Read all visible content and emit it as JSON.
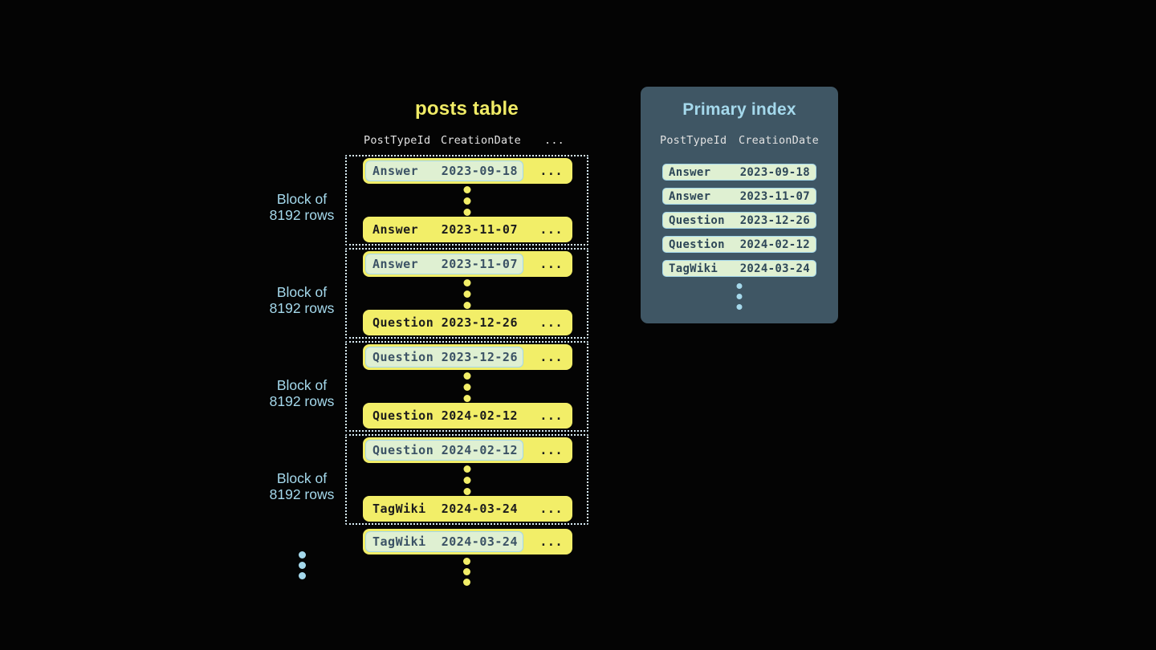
{
  "colors": {
    "background": "#040404",
    "row_yellow": "#f2ee68",
    "highlight_mint": "#dff0d2",
    "highlight_border": "#a4d7ea",
    "accent_blue": "#a5d9ec",
    "panel_bg": "#3f5664",
    "title_yellow": "#f1ec66"
  },
  "posts_table": {
    "title": "posts table",
    "headers": {
      "col1": "PostTypeId",
      "col2": "CreationDate",
      "col3": "..."
    },
    "blocks": [
      {
        "label_line1": "Block of",
        "label_line2": "8192 rows",
        "first_row": {
          "type": "Answer",
          "date": "2023-09-18",
          "more": "..."
        },
        "last_row": {
          "type": "Answer",
          "date": "2023-11-07",
          "more": "..."
        }
      },
      {
        "label_line1": "Block of",
        "label_line2": "8192 rows",
        "first_row": {
          "type": "Answer",
          "date": "2023-11-07",
          "more": "..."
        },
        "last_row": {
          "type": "Question",
          "date": "2023-12-26",
          "more": "..."
        }
      },
      {
        "label_line1": "Block of",
        "label_line2": "8192 rows",
        "first_row": {
          "type": "Question",
          "date": "2023-12-26",
          "more": "..."
        },
        "last_row": {
          "type": "Question",
          "date": "2024-02-12",
          "more": "..."
        }
      },
      {
        "label_line1": "Block of",
        "label_line2": "8192 rows",
        "first_row": {
          "type": "Question",
          "date": "2024-02-12",
          "more": "..."
        },
        "last_row": {
          "type": "TagWiki",
          "date": "2024-03-24",
          "more": "..."
        }
      }
    ],
    "trailing_row": {
      "type": "TagWiki",
      "date": "2024-03-24",
      "more": "..."
    }
  },
  "primary_index": {
    "title": "Primary index",
    "headers": {
      "col1": "PostTypeId",
      "col2": "CreationDate"
    },
    "rows": [
      {
        "type": "Answer",
        "date": "2023-09-18"
      },
      {
        "type": "Answer",
        "date": "2023-11-07"
      },
      {
        "type": "Question",
        "date": "2023-12-26"
      },
      {
        "type": "Question",
        "date": "2024-02-12"
      },
      {
        "type": "TagWiki",
        "date": "2024-03-24"
      }
    ]
  }
}
